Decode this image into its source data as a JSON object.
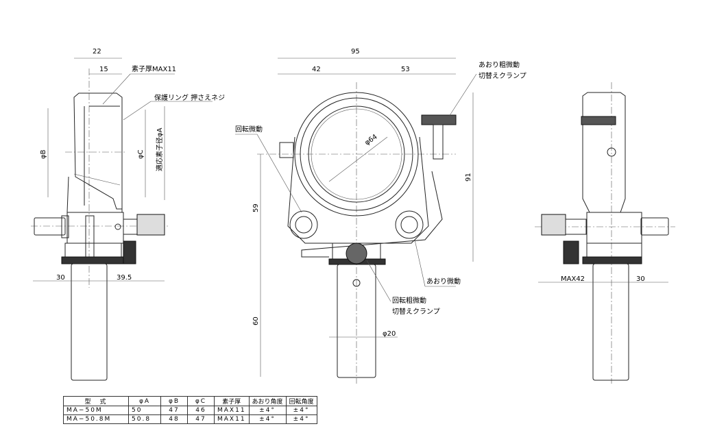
{
  "left_view": {
    "dim_22": "22",
    "dim_15": "15",
    "element_thickness": "素子厚MAX11",
    "protect_ring": "保護リング 押さえネジ",
    "phi_b": "φB",
    "phi_c": "φC",
    "phi_a": "適応素子径φA",
    "dim_30": "30",
    "dim_39_5": "39.5"
  },
  "front_view": {
    "dim_95": "95",
    "dim_42": "42",
    "dim_53": "53",
    "tilt_clamp_1": "あおり粗微動",
    "tilt_clamp_2": "切替えクランプ",
    "rotation_fine": "回転微動",
    "phi_64": "φ64",
    "dim_59": "59",
    "dim_91": "91",
    "dim_60": "60",
    "phi_20": "φ20",
    "tilt_fine": "あおり微動",
    "rot_clamp_1": "回転粗微動",
    "rot_clamp_2": "切替えクランプ"
  },
  "right_view": {
    "max42": "MAX42",
    "dim_30": "30"
  },
  "table": {
    "headers": [
      "型　式",
      "φA",
      "φB",
      "φC",
      "素子厚",
      "あおり角度",
      "回転角度"
    ],
    "rows": [
      [
        "MA−50M",
        "50",
        "47",
        "46",
        "MAX11",
        "±4°",
        "±4°"
      ],
      [
        "MA−50.8M",
        "50.8",
        "48",
        "47",
        "MAX11",
        "±4°",
        "±4°"
      ]
    ]
  }
}
